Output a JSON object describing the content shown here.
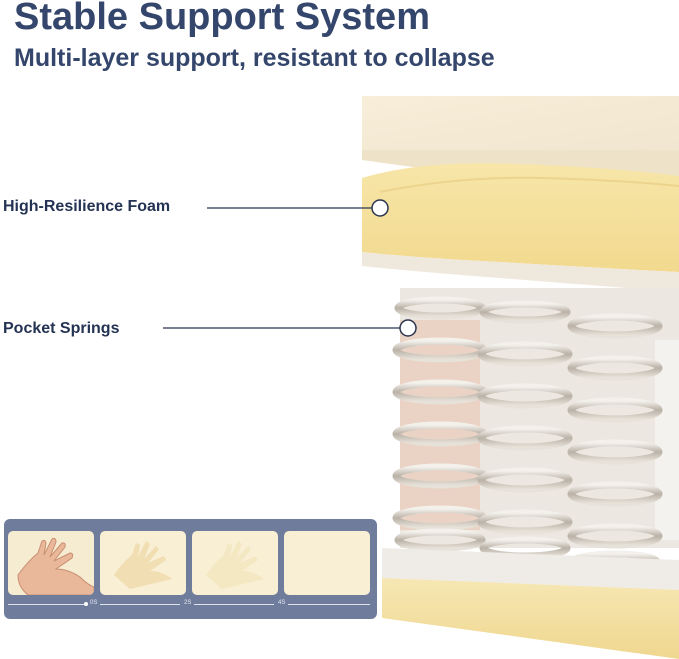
{
  "header": {
    "title": "Stable Support System",
    "subtitle": "Multi-layer support, resistant to collapse"
  },
  "callouts": [
    {
      "label": "High-Resilience Foam"
    },
    {
      "label": "Pocket Springs"
    }
  ],
  "timeline": {
    "ticks": [
      "0S",
      "2S",
      "4S"
    ]
  },
  "colors": {
    "heading": "#34466b",
    "foam": "#f5e3a8",
    "spring": "#c9c3bb",
    "panel": "#6f7c9c"
  }
}
